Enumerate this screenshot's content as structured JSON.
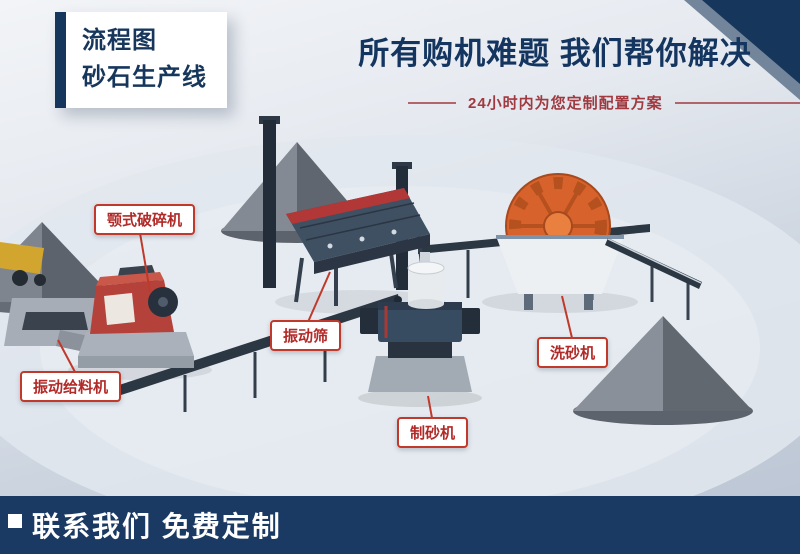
{
  "header": {
    "badge": {
      "line1": "流程图",
      "line2": "砂石生产线"
    },
    "title": "所有购机难题 我们帮你解决",
    "subtitle": "24小时内为您定制配置方案"
  },
  "equipment_labels": [
    {
      "id": "jaw-crusher",
      "text": "颚式破碎机"
    },
    {
      "id": "vibrating-feeder",
      "text": "振动给料机"
    },
    {
      "id": "vibrating-screen",
      "text": "振动筛"
    },
    {
      "id": "sand-maker",
      "text": "制砂机"
    },
    {
      "id": "sand-washer",
      "text": "洗砂机"
    }
  ],
  "footer": {
    "text": "联系我们 免费定制"
  },
  "colors": {
    "navy": "#16365c",
    "banner_navy": "#1b3a63",
    "label_red": "#c0392b",
    "subtitle_red": "#a03a40",
    "machine_red": "#b4423a",
    "washer_orange": "#d8622c"
  }
}
